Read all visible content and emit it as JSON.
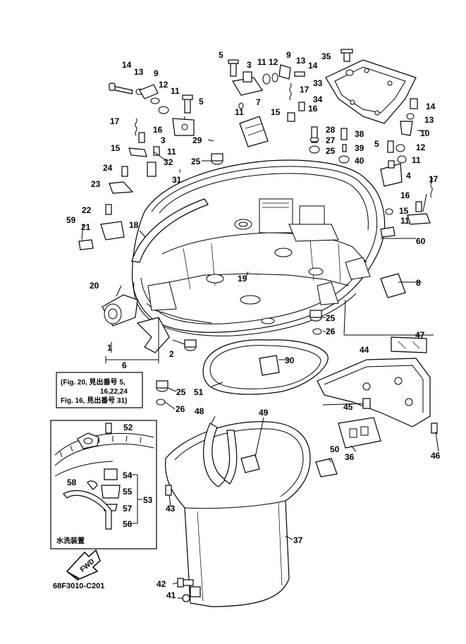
{
  "callouts": [
    "1",
    "2",
    "3",
    "4",
    "5",
    "6",
    "7",
    "8",
    "9",
    "10",
    "11",
    "12",
    "13",
    "14",
    "15",
    "16",
    "17",
    "18",
    "19",
    "20",
    "21",
    "22",
    "23",
    "24",
    "25",
    "26",
    "27",
    "28",
    "29",
    "30",
    "31",
    "32",
    "33",
    "34",
    "35",
    "36",
    "37",
    "38",
    "39",
    "40",
    "41",
    "42",
    "43",
    "44",
    "45",
    "46",
    "47",
    "48",
    "49",
    "50",
    "51",
    "52",
    "53",
    "54",
    "55",
    "56",
    "57",
    "58",
    "59",
    "60"
  ],
  "note": {
    "line1": "(Fig. 20, 見出番号 5,",
    "line2": "16,22,24",
    "line3": "Fig. 16, 見出番号 31)"
  },
  "inset": {
    "caption": "水洗装置"
  },
  "fwd_label": "FWD",
  "diagram_code": "68F3010-C201"
}
